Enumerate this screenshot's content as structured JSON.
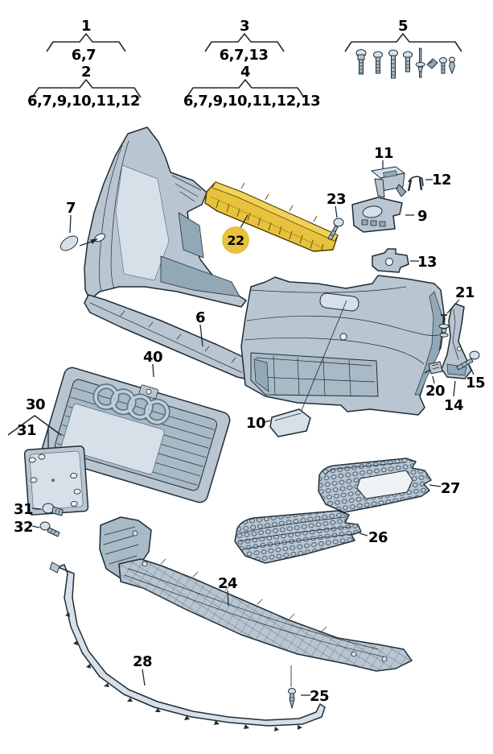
{
  "figure": {
    "type": "exploded-parts-diagram",
    "subject": "front bumper assembly with grilles, brackets and fasteners"
  },
  "palette": {
    "outline": "#1e2d36",
    "part_fill": "#b9c6d2",
    "part_light": "#d7e0e8",
    "part_shadow": "#93a8b7",
    "highlight_yellow": "#e8c23d",
    "background": "#ffffff"
  },
  "legend": {
    "groups": [
      {
        "number": "1",
        "items": "6,7"
      },
      {
        "number": "2",
        "items": "6,7,9,10,11,12"
      },
      {
        "number": "3",
        "items": "6,7,13"
      },
      {
        "number": "4",
        "items": "6,7,9,10,11,12,13"
      },
      {
        "number": "5",
        "items": ""
      }
    ]
  },
  "callouts": {
    "n6": "6",
    "n7": "7",
    "n9": "9",
    "n10": "10",
    "n11": "11",
    "n12": "12",
    "n13": "13",
    "n14": "14",
    "n15": "15",
    "n20": "20",
    "n21": "21",
    "n22": "22",
    "n23": "23",
    "n24": "24",
    "n25": "25",
    "n26": "26",
    "n27": "27",
    "n28": "28",
    "n30": "30",
    "n31_bracket": "31",
    "n31": "31",
    "n32": "32",
    "n40": "40"
  },
  "highlighted_callout": "22"
}
